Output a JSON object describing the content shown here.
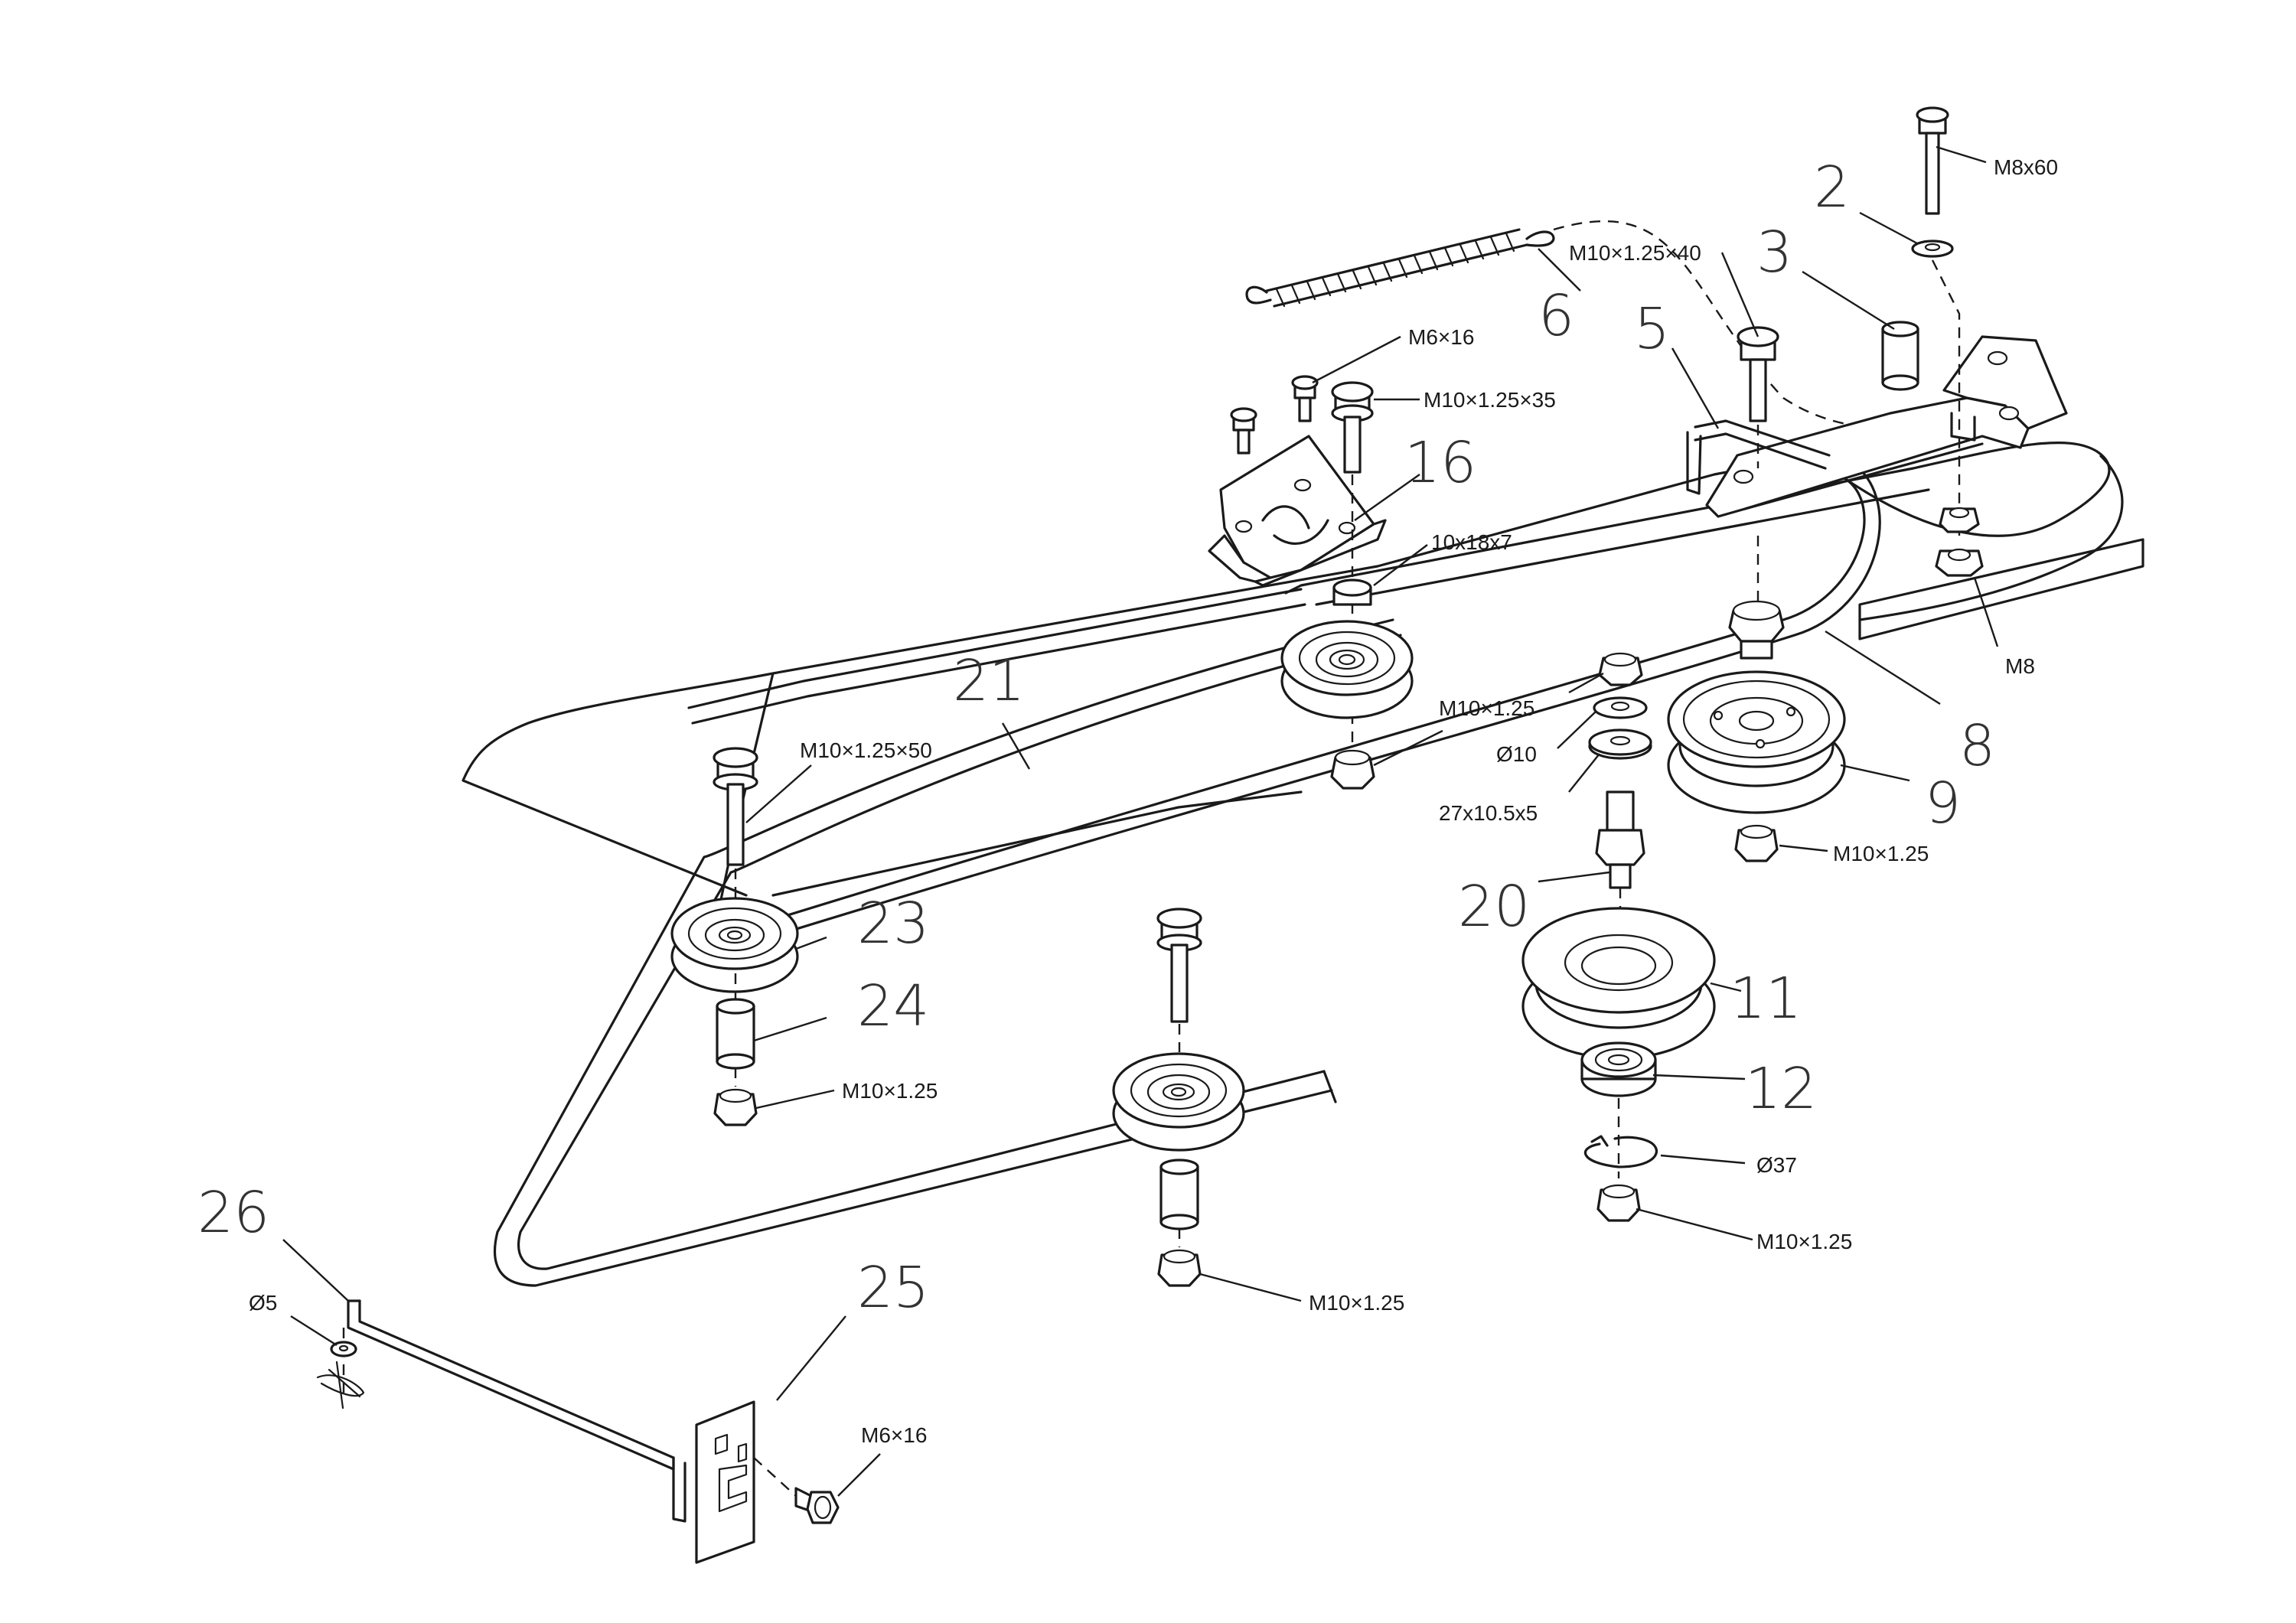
{
  "diagram": {
    "colors": {
      "line": "#1a1a1a",
      "number": "#333333",
      "background": "#ffffff"
    },
    "part_numbers": {
      "p2": "2",
      "p3": "3",
      "p5": "5",
      "p6": "6",
      "p8": "8",
      "p9": "9",
      "p11": "11",
      "p12": "12",
      "p16": "16",
      "p20": "20",
      "p21": "21",
      "p23": "23",
      "p24": "24",
      "p25": "25",
      "p26": "26"
    },
    "specs": {
      "m8x60": "M8x60",
      "m10x40": "M10×1.25×40",
      "m6x16_top": "M6×16",
      "m10x35": "M10×1.25×35",
      "washer_10x18x7": "10x18x7",
      "m8_nut": "M8",
      "m10_nut_a": "M10×1.25",
      "washer_d10": "Ø10",
      "washer_27": "27x10.5x5",
      "m10_nut_b": "M10×1.25",
      "m10x50": "M10×1.25×50",
      "m10_nut_c": "M10×1.25",
      "circlip_d37": "Ø37",
      "m10_nut_d": "M10×1.25",
      "m10_nut_e": "M10×1.25",
      "d5": "Ø5",
      "m6x16_bottom": "M6×16"
    }
  }
}
